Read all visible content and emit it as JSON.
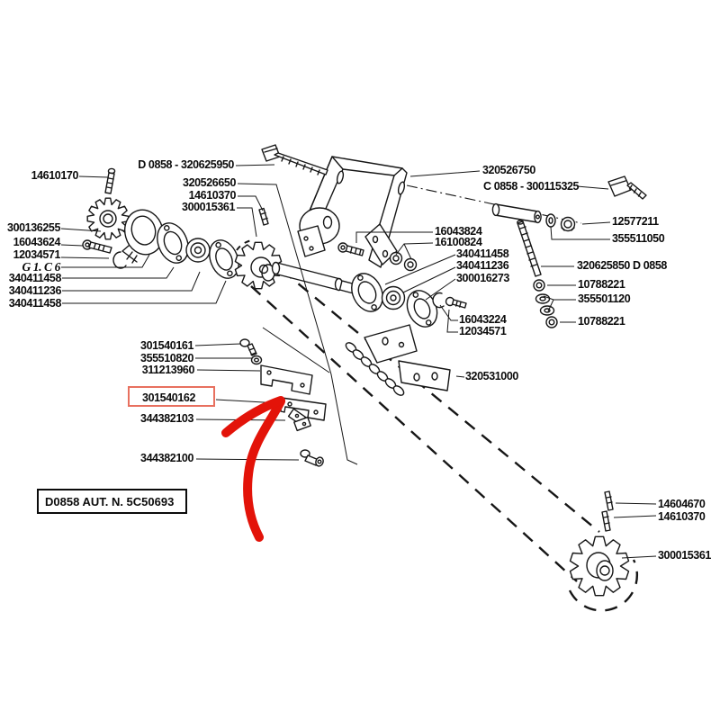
{
  "diagram": {
    "type": "exploded-parts-diagram",
    "background": "#ffffff",
    "line_color": "#161616",
    "highlight": {
      "highlighted_part": "301540162",
      "box_color": "#e8705f",
      "arrow_color": "#e31309"
    },
    "title_box": {
      "text": "D0858 AUT. N. 5C50693"
    },
    "labels": [
      {
        "text": "14610170"
      },
      {
        "text": "300136255"
      },
      {
        "text": "16043624"
      },
      {
        "text": "12034571"
      },
      {
        "text": "G 1. C 6"
      },
      {
        "text": "340411458"
      },
      {
        "text": "340411236"
      },
      {
        "text": "340411458"
      },
      {
        "text": "D 0858 - 320625950"
      },
      {
        "text": "320526650"
      },
      {
        "text": "14610370"
      },
      {
        "text": "300015361"
      },
      {
        "text": "320526750"
      },
      {
        "text": "C 0858 - 300115325"
      },
      {
        "text": "12577211"
      },
      {
        "text": "355511050"
      },
      {
        "text": "320625850 D 0858"
      },
      {
        "text": "10788221"
      },
      {
        "text": "355501120"
      },
      {
        "text": "10788221"
      },
      {
        "text": "16043824"
      },
      {
        "text": "16100824"
      },
      {
        "text": "340411458"
      },
      {
        "text": "340411236"
      },
      {
        "text": "300016273"
      },
      {
        "text": "16043224"
      },
      {
        "text": "12034571"
      },
      {
        "text": "320531000"
      },
      {
        "text": "301540161"
      },
      {
        "text": "355510820"
      },
      {
        "text": "311213960"
      },
      {
        "text": "301540162"
      },
      {
        "text": "344382103"
      },
      {
        "text": "344382100"
      },
      {
        "text": "14604670"
      },
      {
        "text": "14610370"
      },
      {
        "text": "300015361"
      }
    ]
  }
}
